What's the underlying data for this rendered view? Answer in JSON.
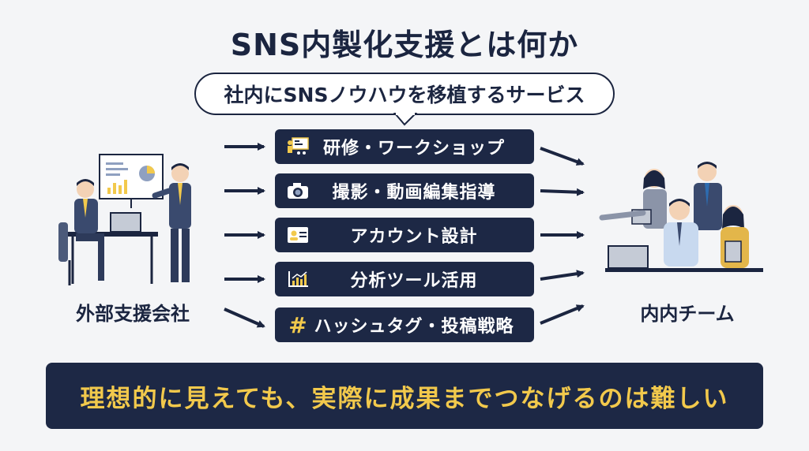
{
  "title": "SNS内製化支援とは何か",
  "subtitle": "社内にSNSノウハウを移植するサービス",
  "services": [
    {
      "label": "研修・ワークショップ",
      "icon": "presentation-icon"
    },
    {
      "label": "撮影・動画編集指導",
      "icon": "camera-icon"
    },
    {
      "label": "アカウント設計",
      "icon": "profile-card-icon"
    },
    {
      "label": "分析ツール活用",
      "icon": "bar-chart-icon"
    },
    {
      "label": "ハッシュタグ・投稿戦略",
      "icon": "hashtag-icon"
    }
  ],
  "left_label": "外部支援会社",
  "right_label": "内内チーム",
  "banner": "理想的に見えても、実際に成果までつなげるのは難しい",
  "colors": {
    "navy": "#1d2845",
    "accent_yellow": "#f2c94c",
    "background": "#f4f5f7"
  }
}
